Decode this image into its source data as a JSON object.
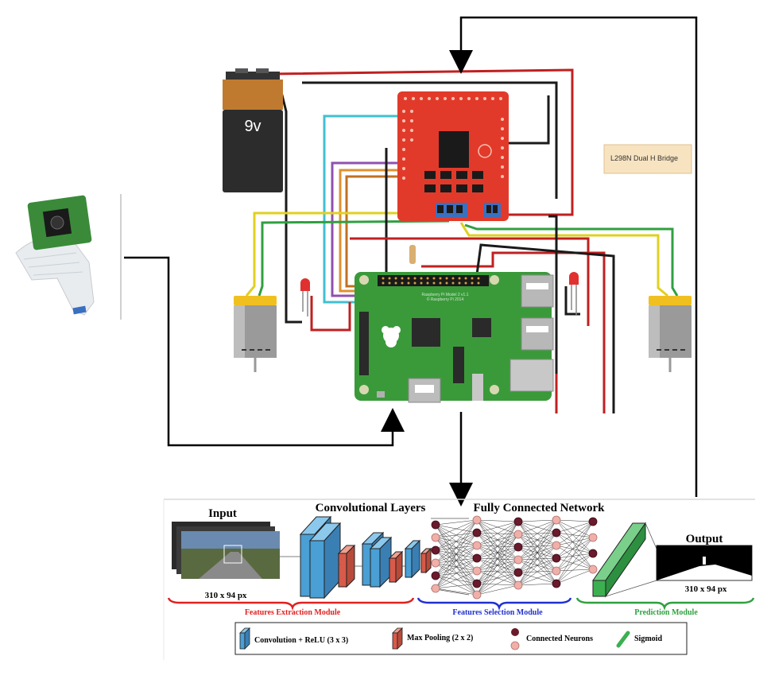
{
  "hardware": {
    "battery_label": "9v",
    "bridge_label": "L298N Dual H Bridge",
    "raspberry_silk_1": "Raspberry Pi Model 2 v1.1",
    "raspberry_silk_2": "© Raspberry Pi 2014"
  },
  "network": {
    "input_title": "Input",
    "input_size": "310 x 94 px",
    "conv_title": "Convolutional Layers",
    "fc_title": "Fully Connected Network",
    "output_title": "Output",
    "output_size": "310 x 94 px",
    "module_extraction": "Features Extraction Module",
    "module_selection": "Features Selection Module",
    "module_prediction": "Prediction Module"
  },
  "legend": {
    "conv": "Convolution + ReLU (3 x 3)",
    "pool": "Max Pooling (2 x 2)",
    "neurons": "Connected Neurons",
    "sigmoid": "Sigmoid"
  },
  "colors": {
    "extraction": "#e02020",
    "selection": "#2030d0",
    "prediction": "#30a040",
    "conv_block": "#4a9fd4",
    "pool_block": "#d85a4a",
    "sigmoid_bar": "#3cb050",
    "neuron_dark": "#6a1a2a",
    "neuron_light": "#f0b0a8",
    "raspberry_board": "#3a9a3a",
    "shield_board": "#e23a2a"
  }
}
